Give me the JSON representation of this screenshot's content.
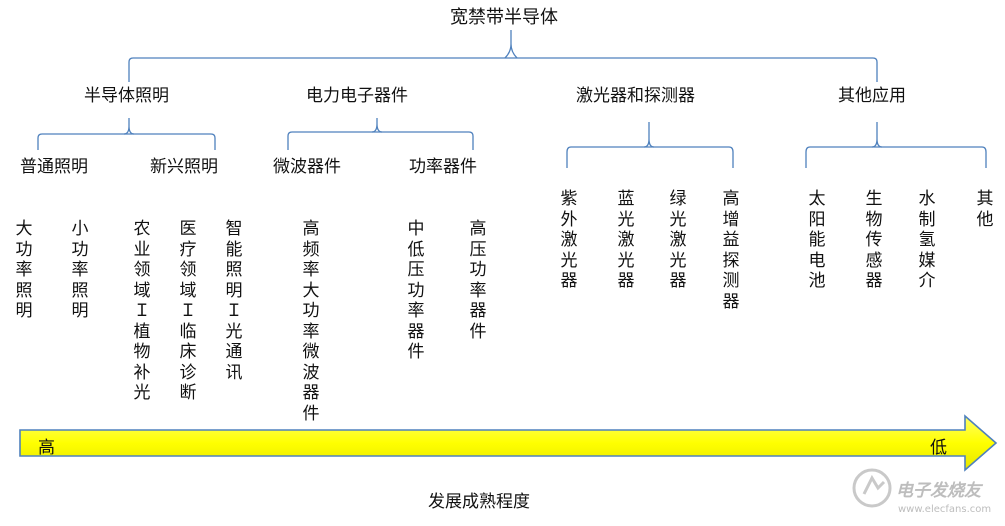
{
  "root": "宽禁带半导体",
  "categories": [
    {
      "label": "半导体照明"
    },
    {
      "label": "电力电子器件"
    },
    {
      "label": "激光器和探测器"
    },
    {
      "label": "其他应用"
    }
  ],
  "subcategories": {
    "lighting": [
      {
        "label": "普通照明"
      },
      {
        "label": "新兴照明"
      }
    ],
    "power": [
      {
        "label": "微波器件"
      },
      {
        "label": "功率器件"
      }
    ]
  },
  "leaves": {
    "lighting_general": [
      "大功率照明",
      "小功率照明"
    ],
    "lighting_emerging": [
      "农业领域Ｉ植物补光",
      "医疗领域Ｉ临床诊断",
      "智能照明Ｉ光通讯"
    ],
    "power_microwave": [
      "高频率大功率微波器件"
    ],
    "power_power": [
      "中低压功率器件",
      "高压功率器件"
    ],
    "laser": [
      "紫外激光器",
      "蓝光激光器",
      "绿光激光器",
      "高增益探测器"
    ],
    "other": [
      "太阳能电池",
      "生物传感器",
      "水制氢媒介",
      "其他"
    ]
  },
  "arrow": {
    "left_label": "高",
    "right_label": "低",
    "fill_color": "#ffff00",
    "border_color": "#4f81bd",
    "caption": "发展成熟程度"
  },
  "colors": {
    "connector": "#4f81bd",
    "text": "#111111"
  },
  "watermark": {
    "logo_text": "电子发烧友",
    "url": "www.elecfans.com"
  }
}
